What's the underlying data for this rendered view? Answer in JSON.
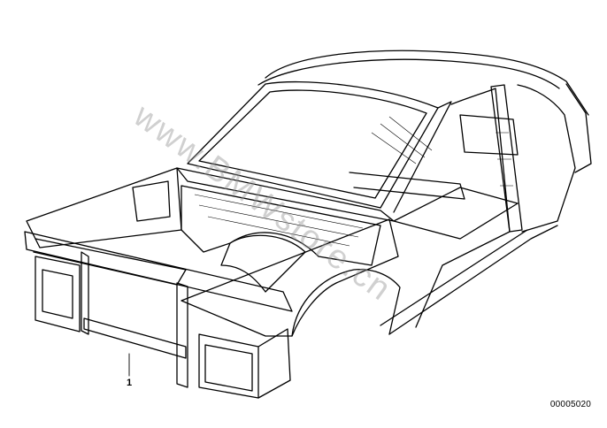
{
  "diagram": {
    "callouts": [
      {
        "id": "1",
        "label": "1"
      }
    ],
    "reference_code": "00005020",
    "watermark_text": "www.BMWstore.cn",
    "colors": {
      "line": "#000000",
      "background": "#ffffff",
      "watermark": "#969696"
    }
  }
}
